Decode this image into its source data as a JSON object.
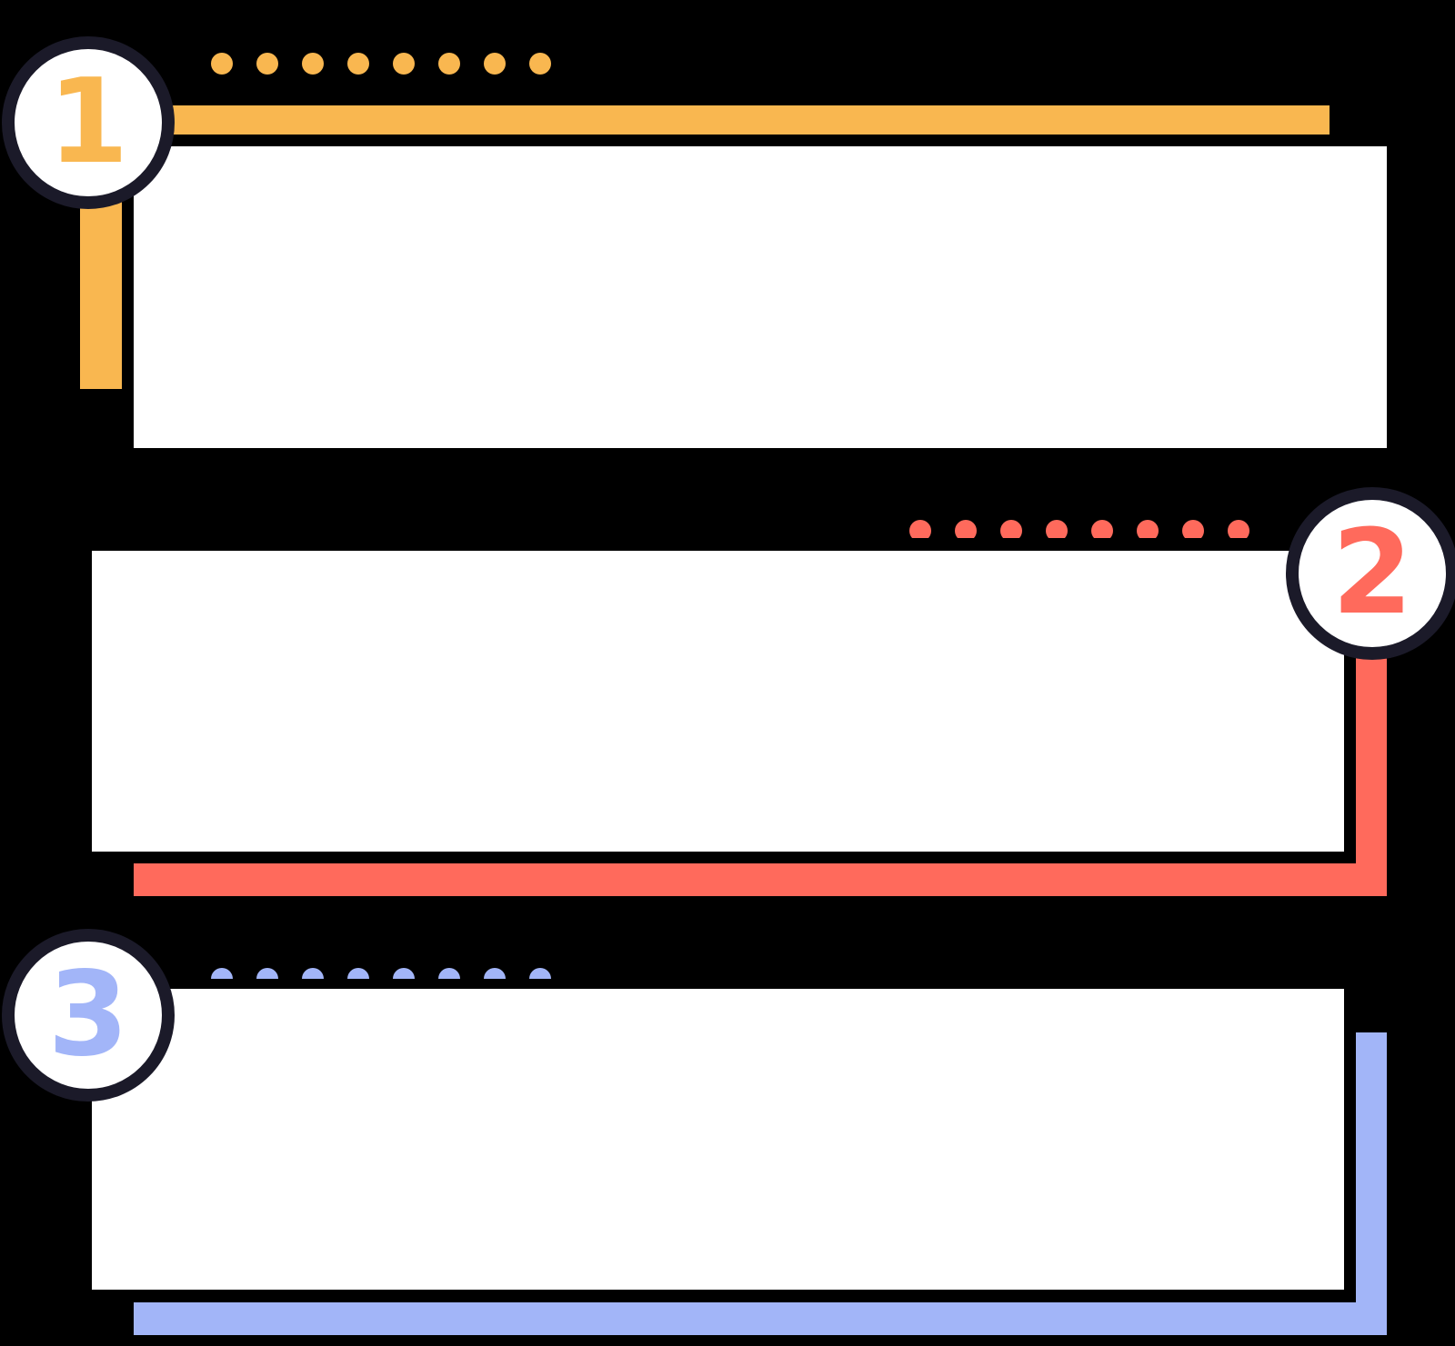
{
  "colors": {
    "background": "#000000",
    "step1": "#f9b750",
    "step2": "#ff6a5c",
    "step3": "#a2b5f8",
    "badge_ring": "#1b1a29",
    "box": "#ffffff"
  },
  "steps": [
    {
      "number": "1",
      "icon": "number-one-badge"
    },
    {
      "number": "2",
      "icon": "number-two-badge"
    },
    {
      "number": "3",
      "icon": "number-three-badge"
    }
  ]
}
